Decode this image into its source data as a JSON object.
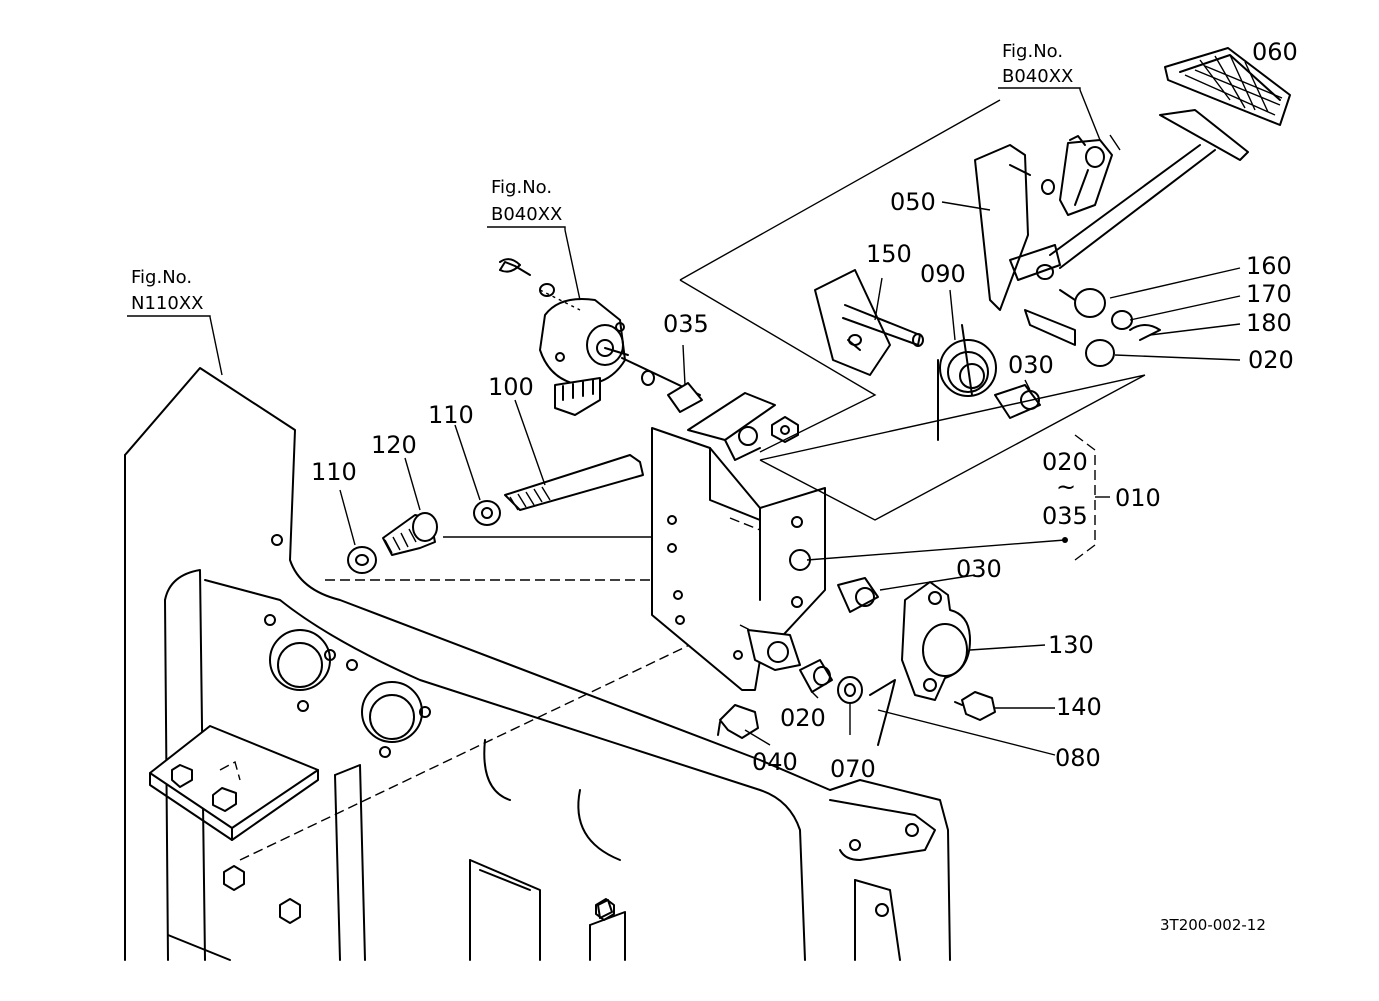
{
  "fig_refs": [
    {
      "line1": "Fig.No.",
      "line2": "B040XX"
    },
    {
      "line1": "Fig.No.",
      "line2": "B040XX"
    },
    {
      "line1": "Fig.No.",
      "line2": "N110XX"
    }
  ],
  "part_labels": {
    "p060": "060",
    "p050": "050",
    "p150": "150",
    "p090": "090",
    "p160": "160",
    "p170": "170",
    "p180": "180",
    "p020a": "020",
    "p030a": "030",
    "p035": "035",
    "p100": "100",
    "p110a": "110",
    "p110b": "110",
    "p120": "120",
    "p030b": "030",
    "p130": "130",
    "p140": "140",
    "p020b": "020",
    "p040": "040",
    "p070": "070",
    "p080": "080"
  },
  "group": {
    "from": "020",
    "tilde": "~",
    "to": "035",
    "label": "010"
  },
  "drawing_code": "3T200-002-12"
}
